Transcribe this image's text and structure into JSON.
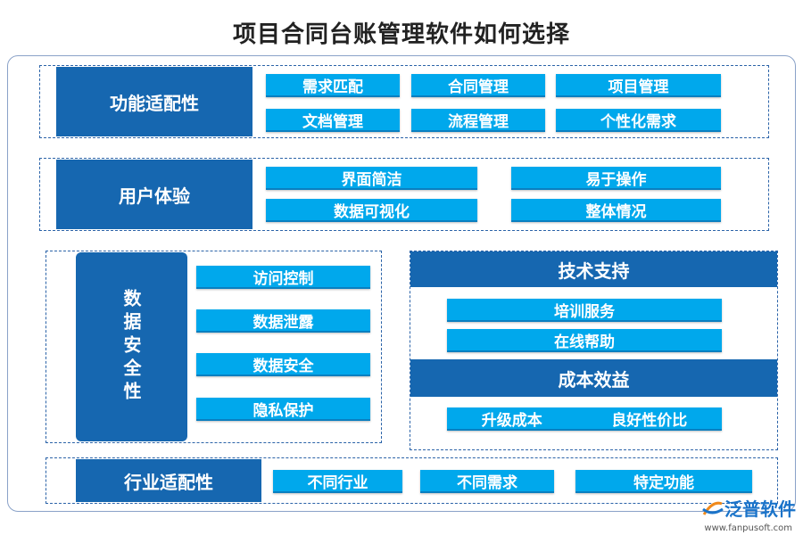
{
  "title": "项目合同台账管理软件如何选择",
  "sections": {
    "function": {
      "label": "功能适配性",
      "items": [
        "需求匹配",
        "合同管理",
        "项目管理",
        "文档管理",
        "流程管理",
        "个性化需求"
      ]
    },
    "ux": {
      "label": "用户体验",
      "items": [
        "界面简洁",
        "易于操作",
        "数据可视化",
        "整体情况"
      ]
    },
    "security": {
      "label": "数据安全性",
      "items": [
        "访问控制",
        "数据泄露",
        "数据安全",
        "隐私保护"
      ]
    },
    "support": {
      "label": "技术支持",
      "items": [
        "培训服务",
        "在线帮助"
      ]
    },
    "cost": {
      "label": "成本效益",
      "items": [
        "升级成本",
        "良好性价比"
      ]
    },
    "industry": {
      "label": "行业适配性",
      "items": [
        "不同行业",
        "不同需求",
        "特定功能"
      ]
    }
  },
  "logo": {
    "name": "泛普软件",
    "url": "www.fanpusoft.com"
  },
  "colors": {
    "category": "#1667b0",
    "chip": "#00a8ec",
    "border": "#2b63a8"
  }
}
